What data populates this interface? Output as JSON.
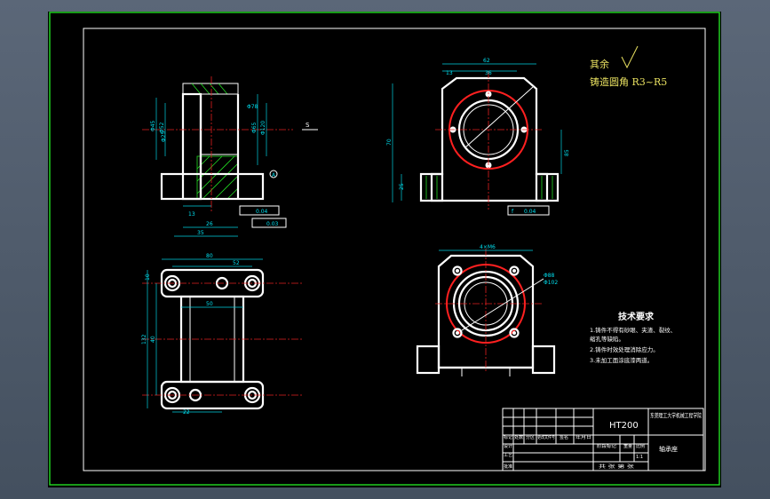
{
  "drawing": {
    "material": "HT200",
    "school": "东莞理工大学机械工程学院",
    "part_name": "轴承座",
    "scale": "1:1",
    "title_cells": [
      "标记",
      "处数",
      "分区",
      "更改文件号",
      "签名",
      "年月日",
      "阶段标记",
      "重量",
      "比例",
      "设计",
      "工艺",
      "批准",
      "共 张 第 张"
    ]
  },
  "notes": {
    "roughness_label": "其余",
    "fillet_label": "铸造圆角 R3~R5",
    "tech_title": "技术要求",
    "tech_lines": [
      "1.铸件不得有砂眼、夹渣、裂纹、",
      "缩孔等缺陷。",
      "2.铸件时效处理消除应力。",
      "3.未加工面涂底漆两道。"
    ]
  },
  "dimensions": {
    "side_view": [
      "Φ45",
      "Φ52",
      "Φ65",
      "Φ120",
      "Φ78",
      "Φ25",
      "13",
      "26",
      "35",
      "A",
      "0.04",
      "0.03"
    ],
    "front_view": [
      "62",
      "13",
      "36",
      "25",
      "70",
      "85",
      "0.04",
      "f"
    ],
    "top_view": [
      "80",
      "50",
      "52",
      "10",
      "22",
      "132",
      "40"
    ],
    "bottom_view": [
      "4×M6",
      "Φ88",
      "Φ102"
    ]
  },
  "labels": {
    "section_mark": "S"
  }
}
